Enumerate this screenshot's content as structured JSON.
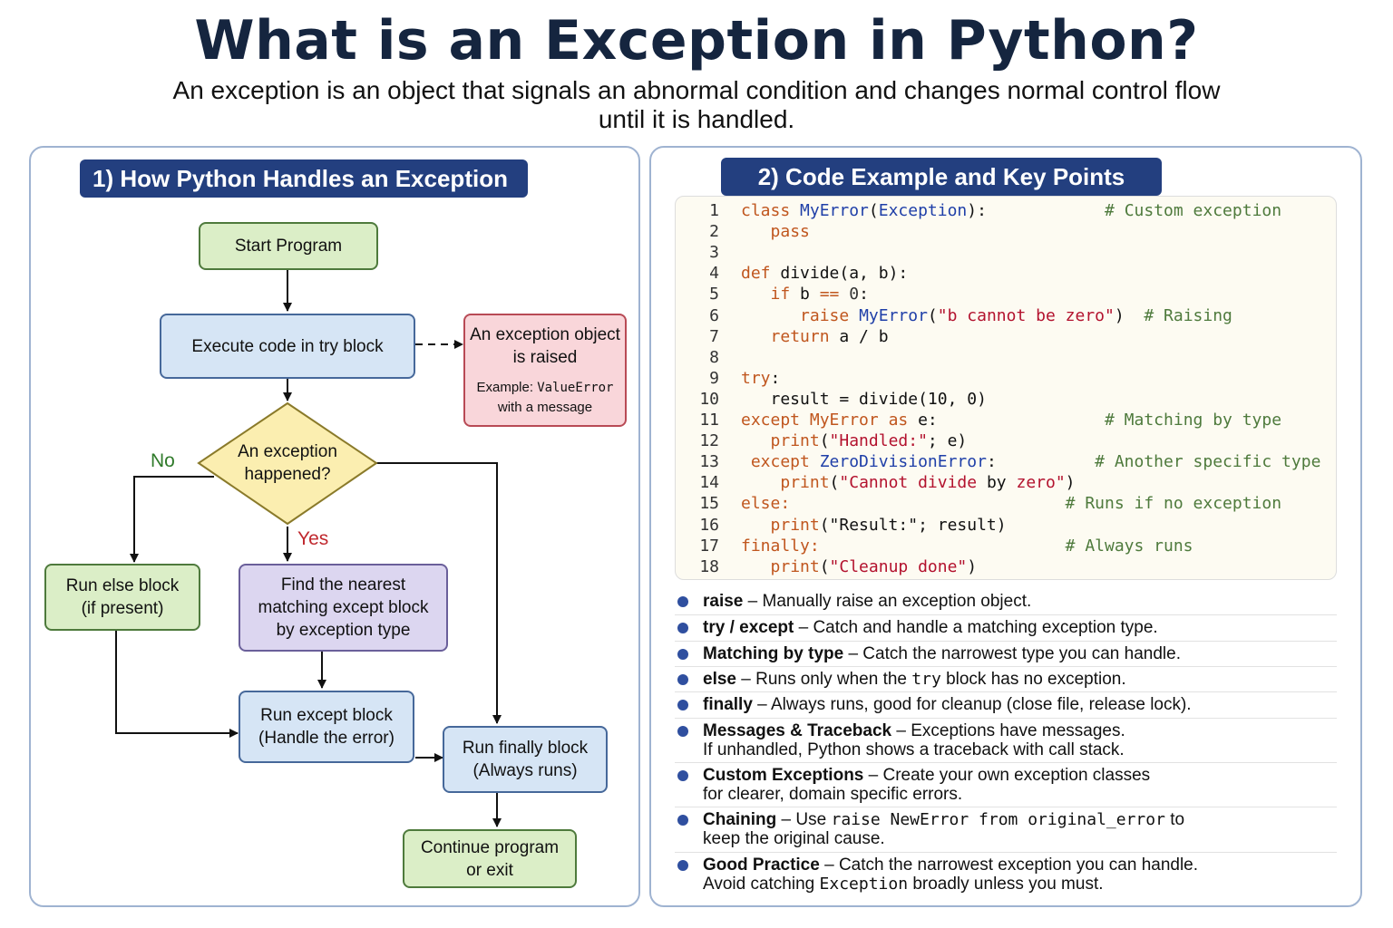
{
  "title": "What is an Exception in Python?",
  "subtitle": {
    "line1": "An exception is an object that signals an abnormal condition and changes normal control flow",
    "line2": "until it is handled."
  },
  "left_panel": {
    "header": "1) How Python Handles an Exception",
    "nodes": {
      "start": "Start Program",
      "try": "Execute code in try block",
      "raised_line1": "An exception object",
      "raised_line2": "is raised",
      "example_prefix": "Example: ",
      "example_code": "ValueError",
      "example_suffix": "with a message",
      "decision_line1": "An exception",
      "decision_line2": "happened?",
      "else_line1": "Run else block",
      "else_line2": "(if present)",
      "find_line1": "Find the nearest",
      "find_line2": "matching except block",
      "find_line3": "by exception type",
      "except_line1": "Run except block",
      "except_line2": "(Handle the error)",
      "finally_line1": "Run finally block",
      "finally_line2": "(Always runs)",
      "continue_line1": "Continue program",
      "continue_line2": "or exit"
    },
    "labels": {
      "no": "No",
      "yes": "Yes"
    },
    "colors": {
      "no": "#2f7a2a",
      "yes": "#c0282e",
      "green": "#dbeec7",
      "blue": "#d6e5f5",
      "purple": "#dcd6f0",
      "red": "#f9d6da",
      "decision": "#fbeeb0"
    }
  },
  "right_panel": {
    "header": "2) Code Example and Key Points",
    "code": [
      {
        "n": "1",
        "t": [
          [
            "kw",
            "class "
          ],
          [
            "cls",
            "MyError"
          ],
          [
            "",
            "("
          ],
          [
            "cls",
            "Exception"
          ],
          [
            "",
            "):"
          ],
          [
            "",
            "            "
          ],
          [
            "cm",
            "# Custom exception"
          ]
        ]
      },
      {
        "n": "2",
        "t": [
          [
            "",
            "   "
          ],
          [
            "kw",
            "pass"
          ]
        ]
      },
      {
        "n": "3",
        "t": []
      },
      {
        "n": "4",
        "t": [
          [
            "kw",
            "def "
          ],
          [
            "",
            "divide(a, b):"
          ]
        ]
      },
      {
        "n": "5",
        "t": [
          [
            "",
            "   "
          ],
          [
            "kw",
            "if "
          ],
          [
            "",
            "b "
          ],
          [
            "kw",
            "== "
          ],
          [
            "num",
            "0"
          ],
          [
            "",
            ":"
          ]
        ]
      },
      {
        "n": "6",
        "t": [
          [
            "",
            "      "
          ],
          [
            "kw",
            "raise "
          ],
          [
            "cls",
            "MyError"
          ],
          [
            "",
            "("
          ],
          [
            "str",
            "\"b cannot be zero\""
          ],
          [
            "",
            ")  "
          ],
          [
            "cm",
            "# Raising"
          ]
        ]
      },
      {
        "n": "7",
        "t": [
          [
            "",
            "   "
          ],
          [
            "kw",
            "return "
          ],
          [
            "",
            "a / b"
          ]
        ]
      },
      {
        "n": "8",
        "t": []
      },
      {
        "n": "9",
        "t": [
          [
            "kw",
            "try"
          ],
          [
            "",
            ":"
          ]
        ]
      },
      {
        "n": "10",
        "t": [
          [
            "",
            "   result = divide(10, 0)"
          ]
        ]
      },
      {
        "n": "11",
        "t": [
          [
            "kw",
            "except "
          ],
          [
            "kw",
            "MyError "
          ],
          [
            "kw",
            "as "
          ],
          [
            "",
            "e:"
          ],
          [
            "",
            "                 "
          ],
          [
            "cm",
            "# Matching by type"
          ]
        ]
      },
      {
        "n": "12",
        "t": [
          [
            "",
            "   "
          ],
          [
            "kw",
            "print"
          ],
          [
            "",
            "("
          ],
          [
            "str",
            "\"Handled:\""
          ],
          [
            "",
            "; e)"
          ]
        ]
      },
      {
        "n": "13",
        "t": [
          [
            "",
            ""
          ],
          [
            "kw",
            " except "
          ],
          [
            "cls",
            "ZeroDivisionError"
          ],
          [
            "",
            ":"
          ],
          [
            "",
            "          "
          ],
          [
            "cm",
            "# Another specific type"
          ]
        ]
      },
      {
        "n": "14",
        "t": [
          [
            "",
            "    "
          ],
          [
            "kw",
            "print"
          ],
          [
            "",
            "("
          ],
          [
            "str",
            "\"Cannot divide "
          ],
          [
            "",
            "by"
          ],
          [
            "str",
            " zero\""
          ],
          [
            "",
            ")"
          ]
        ]
      },
      {
        "n": "15",
        "t": [
          [
            "kw",
            "else"
          ],
          [
            "kw",
            ":"
          ],
          [
            "",
            "                            "
          ],
          [
            "cm",
            "# Runs if no exception"
          ]
        ]
      },
      {
        "n": "16",
        "t": [
          [
            "",
            "   "
          ],
          [
            "kw",
            "print"
          ],
          [
            "",
            "(\"Result:\"; result)"
          ]
        ]
      },
      {
        "n": "17",
        "t": [
          [
            "kw",
            "finally:"
          ],
          [
            "",
            "                         "
          ],
          [
            "cm",
            "# Always runs"
          ]
        ]
      },
      {
        "n": "18",
        "t": [
          [
            "",
            "   "
          ],
          [
            "kw",
            "print"
          ],
          [
            "",
            "("
          ],
          [
            "str",
            "\"Cleanup done\""
          ],
          [
            "",
            ")"
          ]
        ]
      }
    ],
    "bullets": [
      {
        "term": "raise",
        "parts": [
          [
            "t",
            " – Manually raise an exception object."
          ]
        ]
      },
      {
        "term": "try / except",
        "parts": [
          [
            "t",
            " – Catch and handle a matching exception type."
          ]
        ]
      },
      {
        "term": "Matching by type",
        "parts": [
          [
            "t",
            " – Catch the narrowest type you can handle."
          ]
        ]
      },
      {
        "term": "else",
        "parts": [
          [
            "t",
            " – Runs only when the "
          ],
          [
            "m",
            "try"
          ],
          [
            "t",
            " block has no exception."
          ]
        ]
      },
      {
        "term": "finally",
        "parts": [
          [
            "t",
            " – Always runs, good for cleanup (close file, release lock)."
          ]
        ]
      },
      {
        "term": "Messages & Traceback",
        "parts": [
          [
            "t",
            " – Exceptions have messages."
          ],
          [
            "br",
            ""
          ],
          [
            "t",
            "If unhandled, Python shows a traceback with call stack."
          ]
        ]
      },
      {
        "term": "Custom Exceptions",
        "parts": [
          [
            "t",
            " – Create your own exception classes"
          ],
          [
            "br",
            ""
          ],
          [
            "t",
            "for clearer, domain specific errors."
          ]
        ]
      },
      {
        "term": "Chaining",
        "parts": [
          [
            "t",
            " – Use "
          ],
          [
            "m",
            "raise NewError from original_error"
          ],
          [
            "t",
            " to"
          ],
          [
            "br",
            ""
          ],
          [
            "t",
            "keep the original cause."
          ]
        ]
      },
      {
        "term": "Good Practice",
        "parts": [
          [
            "t",
            " – Catch the narrowest exception you can handle."
          ],
          [
            "br",
            ""
          ],
          [
            "t",
            "Avoid catching "
          ],
          [
            "m",
            "Exception"
          ],
          [
            "t",
            " broadly unless you must."
          ]
        ]
      }
    ]
  }
}
